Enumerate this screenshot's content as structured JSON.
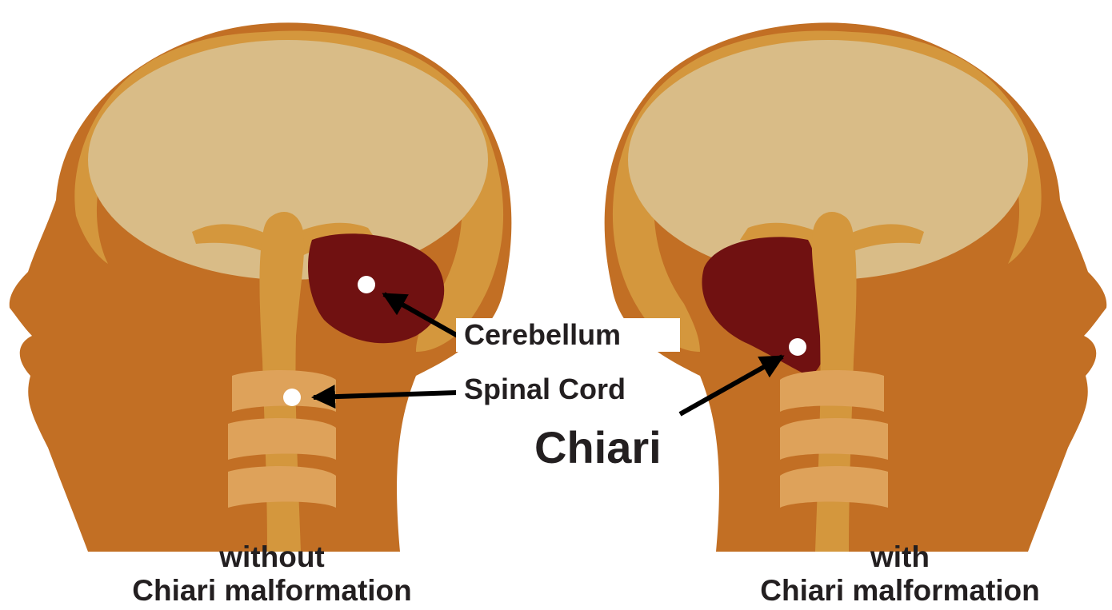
{
  "labels": {
    "cerebellum": "Cerebellum",
    "spinal_cord": "Spinal Cord",
    "chiari": "Chiari"
  },
  "captions": {
    "left": {
      "line1": "without",
      "line2": "Chiari malformation"
    },
    "right": {
      "line1": "with",
      "line2": "Chiari malformation"
    }
  },
  "colors": {
    "skin": "#c26f24",
    "skin_dark": "#b4631c",
    "skull": "#d4973d",
    "brain": "#d9bc87",
    "cerebellum": "#701111",
    "spine": "#d4973d",
    "vertebra": "#dea25a",
    "arrow": "#000000",
    "marker": "#ffffff"
  }
}
